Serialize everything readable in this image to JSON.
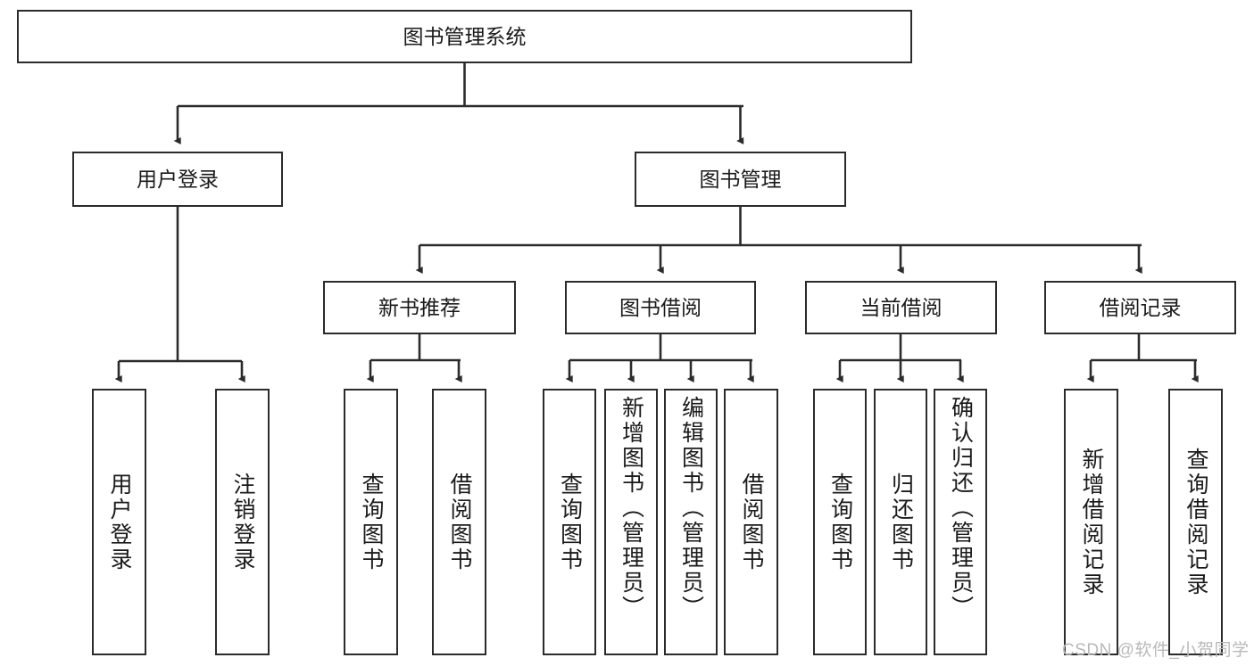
{
  "diagram": {
    "type": "tree-hierarchy",
    "title": "图书管理系统",
    "root": {
      "id": "root",
      "label": "图书管理系统",
      "orientation": "horizontal"
    },
    "level2": [
      {
        "id": "user-login",
        "label": "用户登录",
        "orientation": "horizontal"
      },
      {
        "id": "book-mgmt",
        "label": "图书管理",
        "orientation": "horizontal"
      }
    ],
    "level3": [
      {
        "id": "new-book-recommend",
        "label": "新书推荐",
        "orientation": "horizontal"
      },
      {
        "id": "book-borrow",
        "label": "图书借阅",
        "orientation": "horizontal"
      },
      {
        "id": "current-borrow",
        "label": "当前借阅",
        "orientation": "horizontal"
      },
      {
        "id": "borrow-record",
        "label": "借阅记录",
        "orientation": "horizontal"
      }
    ],
    "leaves": [
      {
        "id": "leaf-user-login",
        "label": "用户登录",
        "parent": "user-login",
        "orientation": "vertical"
      },
      {
        "id": "leaf-user-logout",
        "label": "注销登录",
        "parent": "user-login",
        "orientation": "vertical"
      },
      {
        "id": "leaf-query-book-1",
        "label": "查询图书",
        "parent": "new-book-recommend",
        "orientation": "vertical"
      },
      {
        "id": "leaf-borrow-book-1",
        "label": "借阅图书",
        "parent": "new-book-recommend",
        "orientation": "vertical"
      },
      {
        "id": "leaf-query-book-2",
        "label": "查询图书",
        "parent": "book-borrow",
        "orientation": "vertical"
      },
      {
        "id": "leaf-add-book",
        "label": "新增图书（管理员）",
        "parent": "book-borrow",
        "orientation": "vertical"
      },
      {
        "id": "leaf-edit-book",
        "label": "编辑图书（管理员）",
        "parent": "book-borrow",
        "orientation": "vertical"
      },
      {
        "id": "leaf-borrow-book-2",
        "label": "借阅图书",
        "parent": "book-borrow",
        "orientation": "vertical"
      },
      {
        "id": "leaf-query-book-3",
        "label": "查询图书",
        "parent": "current-borrow",
        "orientation": "vertical"
      },
      {
        "id": "leaf-return-book",
        "label": "归还图书",
        "parent": "current-borrow",
        "orientation": "vertical"
      },
      {
        "id": "leaf-confirm-return",
        "label": "确认归还（管理员）",
        "parent": "current-borrow",
        "orientation": "vertical"
      },
      {
        "id": "leaf-add-record",
        "label": "新增借阅记录",
        "parent": "borrow-record",
        "orientation": "vertical"
      },
      {
        "id": "leaf-query-record",
        "label": "查询借阅记录",
        "parent": "borrow-record",
        "orientation": "vertical"
      }
    ],
    "colors": {
      "stroke": "#2b2b2b",
      "fill": "#ffffff",
      "text": "#1a1a1a",
      "watermark": "#b9b9b9"
    }
  },
  "watermark": {
    "text": "CSDN @软件_小贺同学"
  }
}
